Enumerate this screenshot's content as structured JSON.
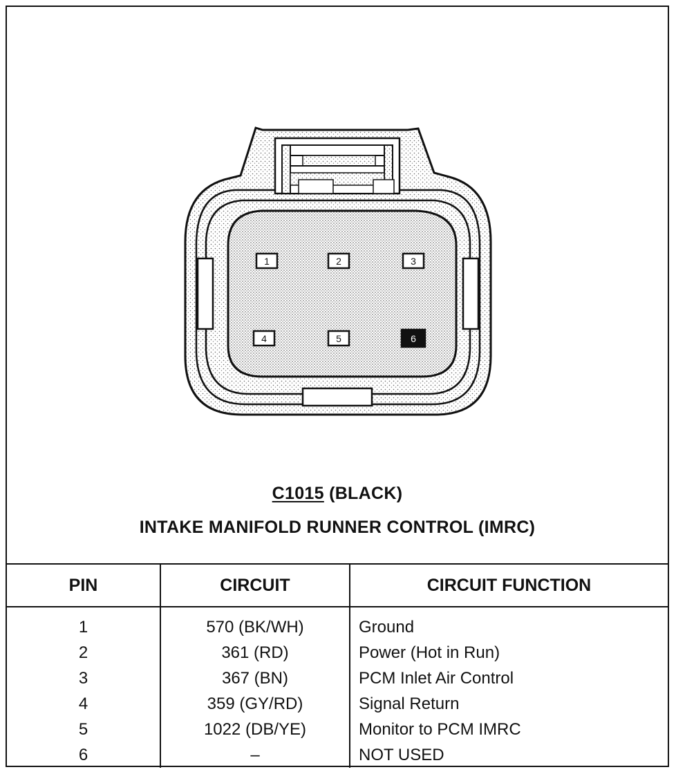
{
  "connector": {
    "id": "C1015",
    "color": "(BLACK)",
    "name": "INTAKE MANIFOLD RUNNER CONTROL (IMRC)",
    "pin_labels": [
      "1",
      "2",
      "3",
      "4",
      "5",
      "6"
    ],
    "filled_pin": "6"
  },
  "table": {
    "headers": {
      "pin": "PIN",
      "circuit": "CIRCUIT",
      "function": "CIRCUIT FUNCTION"
    },
    "rows": [
      {
        "pin": "1",
        "circuit": "570 (BK/WH)",
        "function": "Ground"
      },
      {
        "pin": "2",
        "circuit": "361 (RD)",
        "function": "Power (Hot in Run)"
      },
      {
        "pin": "3",
        "circuit": "367 (BN)",
        "function": "PCM Inlet Air Control"
      },
      {
        "pin": "4",
        "circuit": "359 (GY/RD)",
        "function": "Signal Return"
      },
      {
        "pin": "5",
        "circuit": "1022 (DB/YE)",
        "function": "Monitor to PCM IMRC"
      },
      {
        "pin": "6",
        "circuit": "–",
        "function": "NOT USED"
      }
    ]
  }
}
